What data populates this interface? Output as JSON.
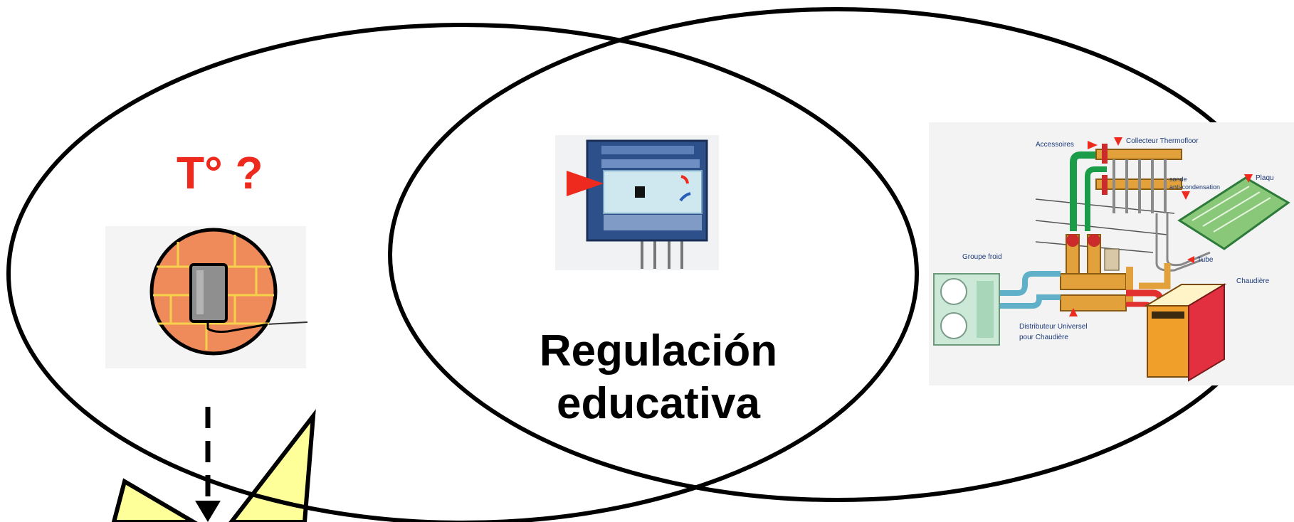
{
  "question_label": "T° ?",
  "center_label": {
    "line1": "Regulación",
    "line2": "educativa"
  },
  "system_diagram": {
    "labels": {
      "accessories": "Accessoires",
      "collector": "Collecteur Thermofloor",
      "plate": "Plaqu",
      "sensor": "sonde",
      "sensor_sub": "anti-condensation",
      "cold_group": "Groupe froid",
      "tube": "Tube",
      "boiler": "Chaudière",
      "distributor": "Distributeur Universel",
      "distributor_sub": "pour Chaudière"
    }
  },
  "colors": {
    "accent_red": "#ee2a1e",
    "callout_yellow": "#ffff99",
    "outline": "#000000"
  }
}
